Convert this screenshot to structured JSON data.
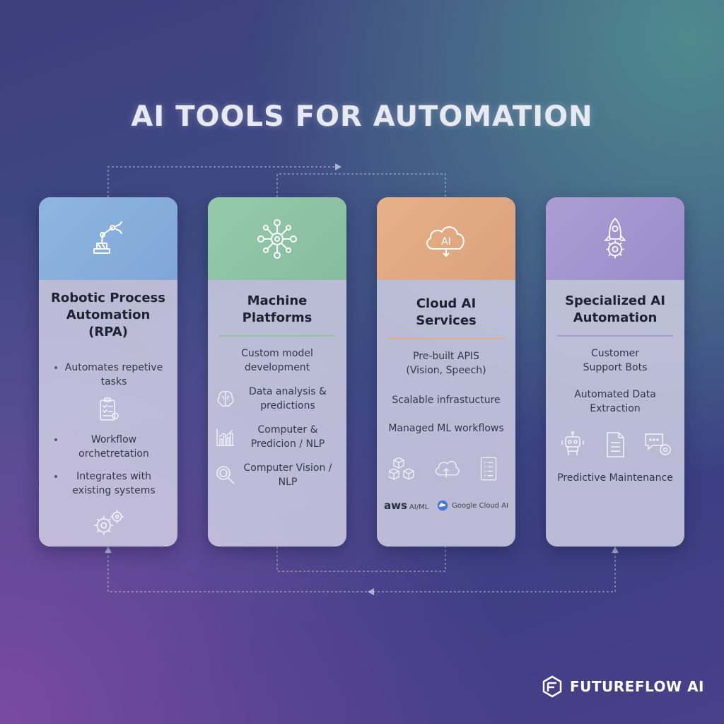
{
  "title": "AI TOOLS FOR AUTOMATION",
  "colors": {
    "rpa_head": "#8db3de",
    "ml_head": "#90c5a6",
    "cloud_head": "#e1ab82",
    "spec_head": "#a597d0"
  },
  "cards": [
    {
      "title": "Robotic Process Automation (RPA)",
      "icon": "robot-arm-icon",
      "items": [
        "Automates repetive tasks",
        "Workflow orchetretation",
        "Integrates with existing systems"
      ]
    },
    {
      "title": "Machine Platforms",
      "icon": "network-hub-icon",
      "items": [
        "Custom model development",
        "Data analysis & predictions",
        "Computer & Predicion / NLP",
        "Computer Vision / NLP"
      ]
    },
    {
      "title": "Cloud AI Services",
      "icon": "ai-cloud-icon",
      "head_label": "AI",
      "items": [
        "Pre-built APIS (Vision, Speech)",
        "Scalable infrastucture",
        "Managed ML workflows"
      ],
      "logos": [
        "aws",
        "AI/ML",
        "Google Cloud AI"
      ]
    },
    {
      "title": "Specialized AI Automation",
      "icon": "rocket-gear-icon",
      "items": [
        "Customer Support Bots",
        "Automated Data Extraction",
        "Predictive Maintenance"
      ]
    }
  ],
  "brand": "FUTUREFLOW AI"
}
